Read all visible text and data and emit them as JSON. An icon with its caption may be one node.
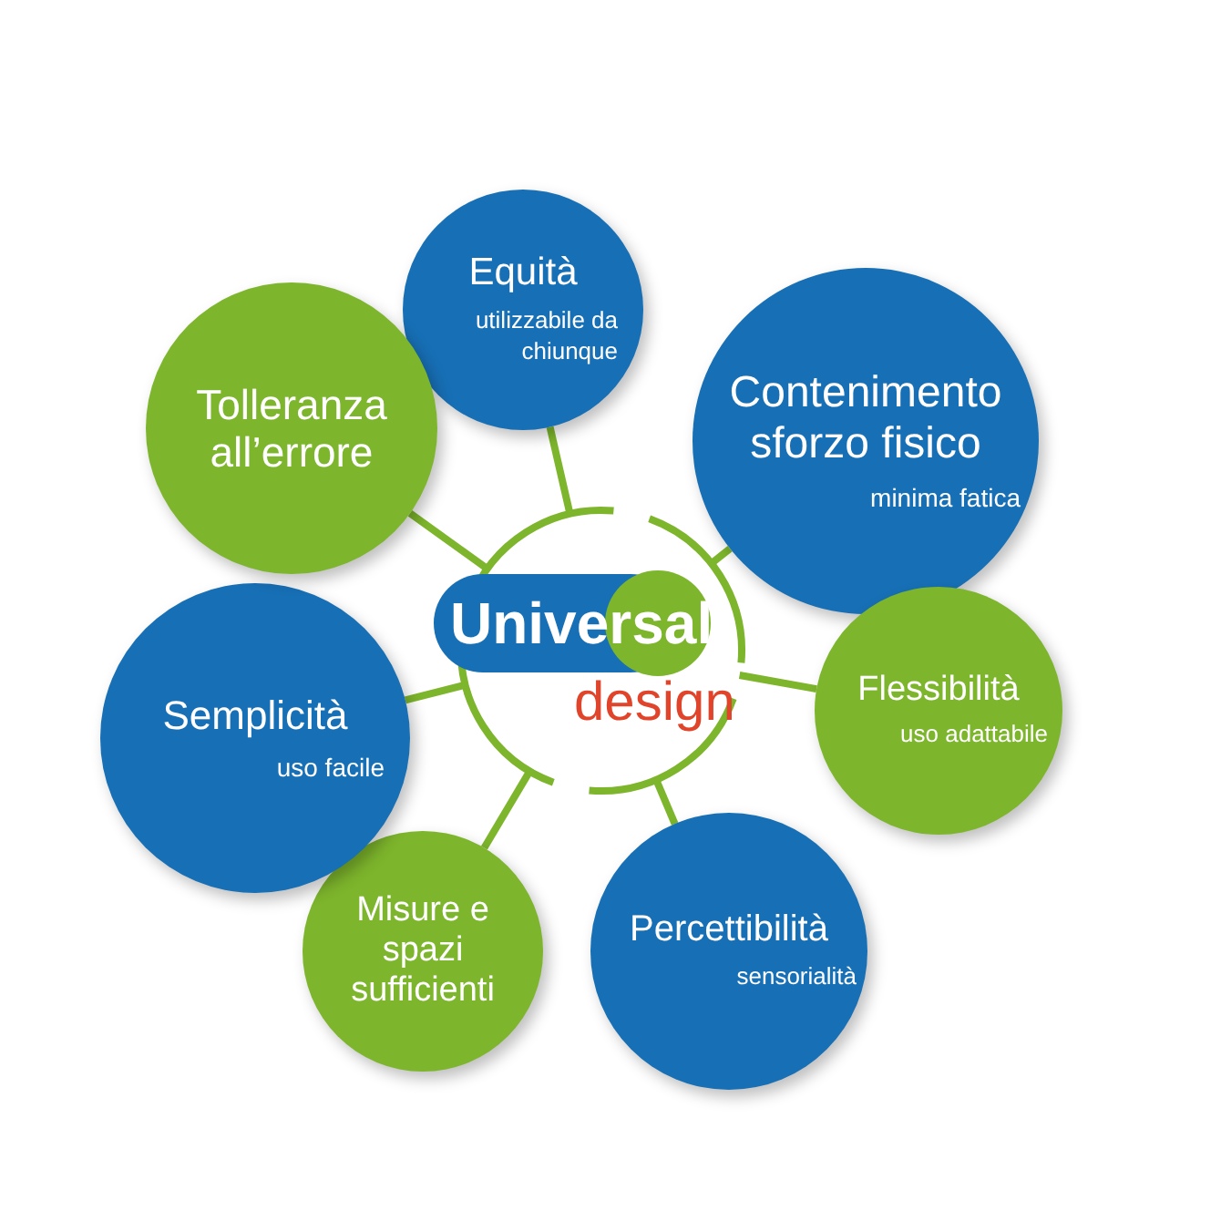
{
  "diagram": {
    "nodes": [
      {
        "text": [
          "Universal",
          "design"
        ]
      },
      {
        "text": [
          "Equità",
          "utilizzabile da chiunque"
        ]
      },
      {
        "text": [
          "Contenimento sforzo fisico",
          "minima fatica"
        ]
      },
      {
        "text": [
          "Flessibilità",
          "uso adattabile"
        ]
      },
      {
        "text": [
          "Percettibilità",
          "sensorialità"
        ]
      },
      {
        "text": [
          "Misure e spazi sufficienti"
        ]
      },
      {
        "text": [
          "Semplicità",
          "uso facile"
        ]
      },
      {
        "text": [
          "Tolleranza all’errore"
        ]
      }
    ],
    "edges": [
      {
        "from": 0,
        "to": 1,
        "arrow": "none"
      },
      {
        "from": 0,
        "to": 2,
        "arrow": "none"
      },
      {
        "from": 0,
        "to": 3,
        "arrow": "none"
      },
      {
        "from": 0,
        "to": 4,
        "arrow": "none"
      },
      {
        "from": 0,
        "to": 5,
        "arrow": "none"
      },
      {
        "from": 0,
        "to": 6,
        "arrow": "none"
      },
      {
        "from": 0,
        "to": 7,
        "arrow": "none"
      }
    ]
  }
}
